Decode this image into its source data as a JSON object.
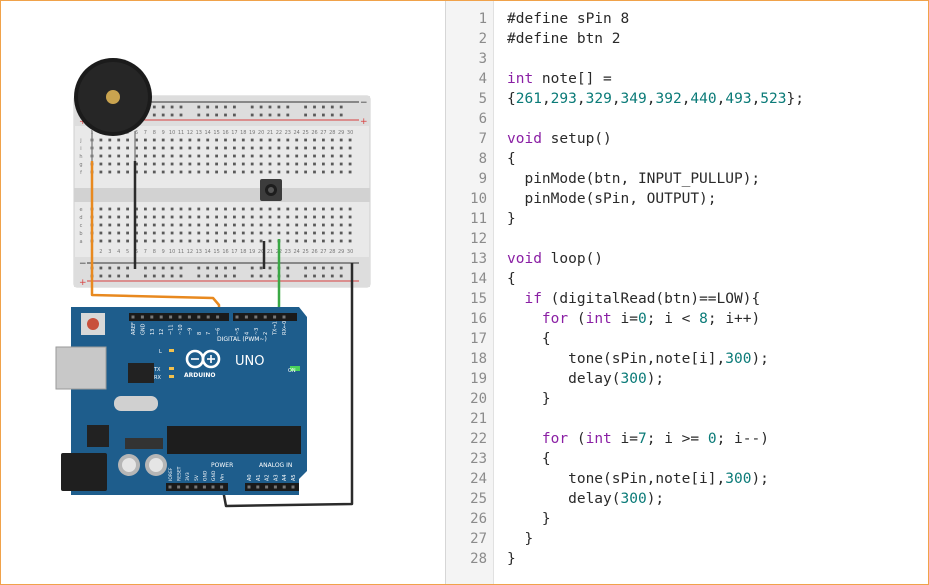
{
  "colors": {
    "frame_border": "#f0a24a",
    "keyword": "#8a1fa4",
    "number": "#0b7b78",
    "code_text": "#2a2a2a",
    "line_number": "#8b8b8b",
    "board_blue": "#1e5d8c",
    "wire_orange": "#e8891f",
    "wire_green": "#3aa845",
    "wire_black": "#2b2b2b"
  },
  "circuit": {
    "board": {
      "brand": "ARDUINO",
      "model": "UNO",
      "digital_label": "DIGITAL (PWM~)",
      "power_label": "POWER",
      "analog_label": "ANALOG IN",
      "on_label": "ON",
      "led_l": "L",
      "led_tx": "TX",
      "led_rx": "RX",
      "digital_pins": [
        "AREF",
        "GND",
        "13",
        "12",
        "~11",
        "~10",
        "~9",
        "8",
        "7",
        "~6",
        "~5",
        "4",
        "~3",
        "2",
        "TX→1",
        "RX←0"
      ],
      "power_pins": [
        "IOREF",
        "RESET",
        "3V3",
        "5V",
        "GND",
        "GND",
        "Vin"
      ],
      "analog_pins": [
        "A0",
        "A1",
        "A2",
        "A3",
        "A4",
        "A5"
      ]
    },
    "breadboard": {
      "column_numbers": [
        "1",
        "2",
        "3",
        "4",
        "5",
        "6",
        "7",
        "8",
        "9",
        "10",
        "11",
        "12",
        "13",
        "14",
        "15",
        "16",
        "17",
        "18",
        "19",
        "20",
        "21",
        "22",
        "23",
        "24",
        "25",
        "26",
        "27",
        "28",
        "29",
        "30"
      ],
      "rows_top": [
        "j",
        "i",
        "h",
        "g",
        "f"
      ],
      "rows_bottom": [
        "e",
        "d",
        "c",
        "b",
        "a"
      ],
      "rail_plus": "+",
      "rail_minus": "−"
    },
    "components": [
      "piezo-buzzer",
      "pushbutton"
    ]
  },
  "code": {
    "line_numbers": [
      "1",
      "2",
      "3",
      "4",
      "5",
      "6",
      "7",
      "8",
      "9",
      "10",
      "11",
      "12",
      "13",
      "14",
      "15",
      "16",
      "17",
      "18",
      "19",
      "20",
      "21",
      "22",
      "23",
      "24",
      "25",
      "26",
      "27",
      "28"
    ],
    "lines": [
      [
        {
          "t": "#define sPin 8",
          "c": ""
        }
      ],
      [
        {
          "t": "#define btn 2",
          "c": ""
        }
      ],
      [
        {
          "t": "",
          "c": ""
        }
      ],
      [
        {
          "t": "int",
          "c": "kw"
        },
        {
          "t": " note[] =",
          "c": ""
        }
      ],
      [
        {
          "t": "{",
          "c": ""
        },
        {
          "t": "261",
          "c": "num"
        },
        {
          "t": ",",
          "c": ""
        },
        {
          "t": "293",
          "c": "num"
        },
        {
          "t": ",",
          "c": ""
        },
        {
          "t": "329",
          "c": "num"
        },
        {
          "t": ",",
          "c": ""
        },
        {
          "t": "349",
          "c": "num"
        },
        {
          "t": ",",
          "c": ""
        },
        {
          "t": "392",
          "c": "num"
        },
        {
          "t": ",",
          "c": ""
        },
        {
          "t": "440",
          "c": "num"
        },
        {
          "t": ",",
          "c": ""
        },
        {
          "t": "493",
          "c": "num"
        },
        {
          "t": ",",
          "c": ""
        },
        {
          "t": "523",
          "c": "num"
        },
        {
          "t": "};",
          "c": ""
        }
      ],
      [
        {
          "t": "",
          "c": ""
        }
      ],
      [
        {
          "t": "void",
          "c": "kw"
        },
        {
          "t": " setup()",
          "c": ""
        }
      ],
      [
        {
          "t": "{",
          "c": ""
        }
      ],
      [
        {
          "t": "  pinMode(btn, INPUT_PULLUP);",
          "c": ""
        }
      ],
      [
        {
          "t": "  pinMode(sPin, OUTPUT);",
          "c": ""
        }
      ],
      [
        {
          "t": "}",
          "c": ""
        }
      ],
      [
        {
          "t": "",
          "c": ""
        }
      ],
      [
        {
          "t": "void",
          "c": "kw"
        },
        {
          "t": " loop()",
          "c": ""
        }
      ],
      [
        {
          "t": "{",
          "c": ""
        }
      ],
      [
        {
          "t": "  ",
          "c": ""
        },
        {
          "t": "if",
          "c": "kw"
        },
        {
          "t": " (digitalRead(btn)==LOW){",
          "c": ""
        }
      ],
      [
        {
          "t": "    ",
          "c": ""
        },
        {
          "t": "for",
          "c": "kw"
        },
        {
          "t": " (",
          "c": ""
        },
        {
          "t": "int",
          "c": "kw"
        },
        {
          "t": " i=",
          "c": ""
        },
        {
          "t": "0",
          "c": "num"
        },
        {
          "t": "; i < ",
          "c": ""
        },
        {
          "t": "8",
          "c": "num"
        },
        {
          "t": "; i++)",
          "c": ""
        }
      ],
      [
        {
          "t": "    {",
          "c": ""
        }
      ],
      [
        {
          "t": "       tone(sPin,note[i],",
          "c": ""
        },
        {
          "t": "300",
          "c": "num"
        },
        {
          "t": ");",
          "c": ""
        }
      ],
      [
        {
          "t": "       delay(",
          "c": ""
        },
        {
          "t": "300",
          "c": "num"
        },
        {
          "t": ");",
          "c": ""
        }
      ],
      [
        {
          "t": "    }",
          "c": ""
        }
      ],
      [
        {
          "t": "",
          "c": ""
        }
      ],
      [
        {
          "t": "    ",
          "c": ""
        },
        {
          "t": "for",
          "c": "kw"
        },
        {
          "t": " (",
          "c": ""
        },
        {
          "t": "int",
          "c": "kw"
        },
        {
          "t": " i=",
          "c": ""
        },
        {
          "t": "7",
          "c": "num"
        },
        {
          "t": "; i >= ",
          "c": ""
        },
        {
          "t": "0",
          "c": "num"
        },
        {
          "t": "; i--)",
          "c": ""
        }
      ],
      [
        {
          "t": "    {",
          "c": ""
        }
      ],
      [
        {
          "t": "       tone(sPin,note[i],",
          "c": ""
        },
        {
          "t": "300",
          "c": "num"
        },
        {
          "t": ");",
          "c": ""
        }
      ],
      [
        {
          "t": "       delay(",
          "c": ""
        },
        {
          "t": "300",
          "c": "num"
        },
        {
          "t": ");",
          "c": ""
        }
      ],
      [
        {
          "t": "    }",
          "c": ""
        }
      ],
      [
        {
          "t": "  }",
          "c": ""
        }
      ],
      [
        {
          "t": "}",
          "c": ""
        }
      ]
    ]
  }
}
